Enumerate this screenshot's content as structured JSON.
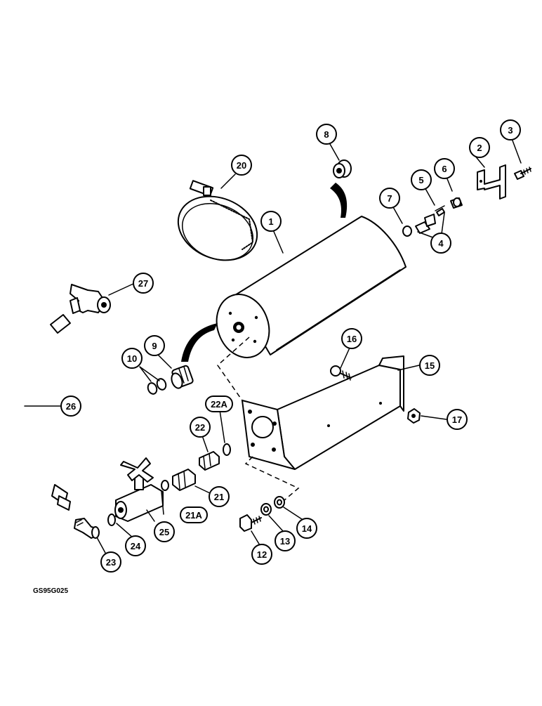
{
  "figure": {
    "code": "GS95G025"
  },
  "callouts": [
    {
      "id": "c1",
      "label": "1"
    },
    {
      "id": "c2",
      "label": "2"
    },
    {
      "id": "c3",
      "label": "3"
    },
    {
      "id": "c4",
      "label": "4"
    },
    {
      "id": "c5",
      "label": "5"
    },
    {
      "id": "c6",
      "label": "6"
    },
    {
      "id": "c7",
      "label": "7"
    },
    {
      "id": "c8",
      "label": "8"
    },
    {
      "id": "c9",
      "label": "9"
    },
    {
      "id": "c10",
      "label": "10"
    },
    {
      "id": "c12",
      "label": "12"
    },
    {
      "id": "c13",
      "label": "13"
    },
    {
      "id": "c14",
      "label": "14"
    },
    {
      "id": "c15",
      "label": "15"
    },
    {
      "id": "c16",
      "label": "16"
    },
    {
      "id": "c17",
      "label": "17"
    },
    {
      "id": "c20",
      "label": "20"
    },
    {
      "id": "c21",
      "label": "21"
    },
    {
      "id": "c22",
      "label": "22"
    },
    {
      "id": "c23",
      "label": "23"
    },
    {
      "id": "c24",
      "label": "24"
    },
    {
      "id": "c25",
      "label": "25"
    },
    {
      "id": "c26",
      "label": "26"
    },
    {
      "id": "c27",
      "label": "27"
    }
  ],
  "oval_callouts": [
    {
      "id": "c21A",
      "label": "21A"
    },
    {
      "id": "c22A",
      "label": "22A"
    }
  ]
}
